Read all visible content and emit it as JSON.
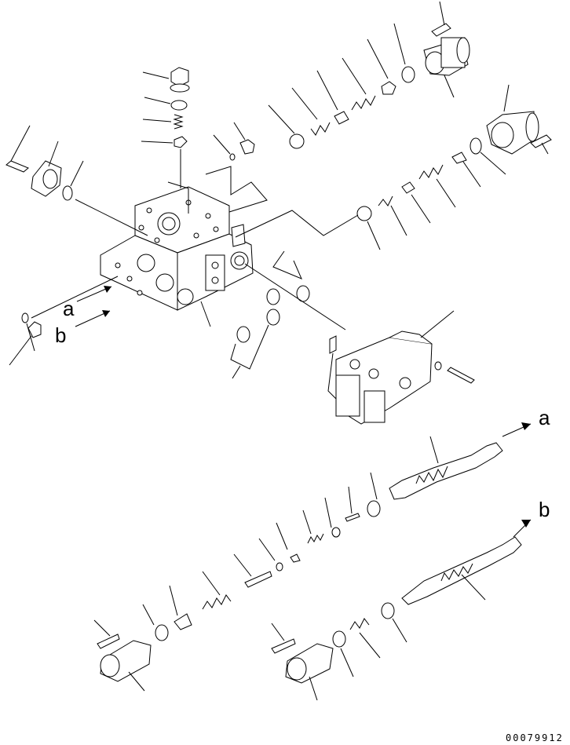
{
  "labels": {
    "a_left": "a",
    "b_left": "b",
    "a_right": "a",
    "b_right": "b"
  },
  "drawing_code": "00079912",
  "colors": {
    "line": "#000000",
    "background": "#ffffff"
  }
}
